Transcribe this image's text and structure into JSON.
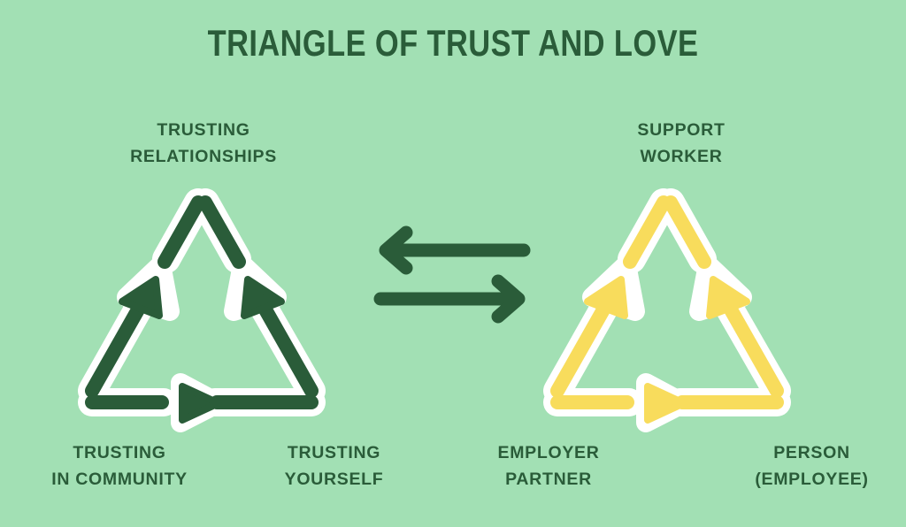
{
  "page": {
    "title": "TRIANGLE OF TRUST AND LOVE",
    "background_color": "#a2e0b4",
    "dark_green": "#2a5c39",
    "yellow": "#f8dc5c",
    "white": "#ffffff"
  },
  "left_diagram": {
    "name": "trust-triangle",
    "color": "#2a5c39",
    "nodes": {
      "top": "TRUSTING\nRELATIONSHIPS",
      "bottom_left": "TRUSTING\nIN COMMUNITY",
      "bottom_right": "TRUSTING\nYOURSELF"
    },
    "arrow_directions": {
      "left_edge": "down-left",
      "bottom_edge": "right",
      "right_edge": "up-right-to-apex"
    }
  },
  "right_diagram": {
    "name": "roles-triangle",
    "color": "#f8dc5c",
    "nodes": {
      "top": "SUPPORT\nWORKER",
      "bottom_left": "EMPLOYER\nPARTNER",
      "bottom_right": "PERSON\n(EMPLOYEE)"
    },
    "arrow_directions": {
      "left_edge": "down-left",
      "bottom_edge": "right",
      "right_edge": "up-right-to-apex"
    }
  },
  "center_connector": {
    "top_arrow": "arrow-left",
    "bottom_arrow": "arrow-right",
    "color": "#2a5c39"
  }
}
